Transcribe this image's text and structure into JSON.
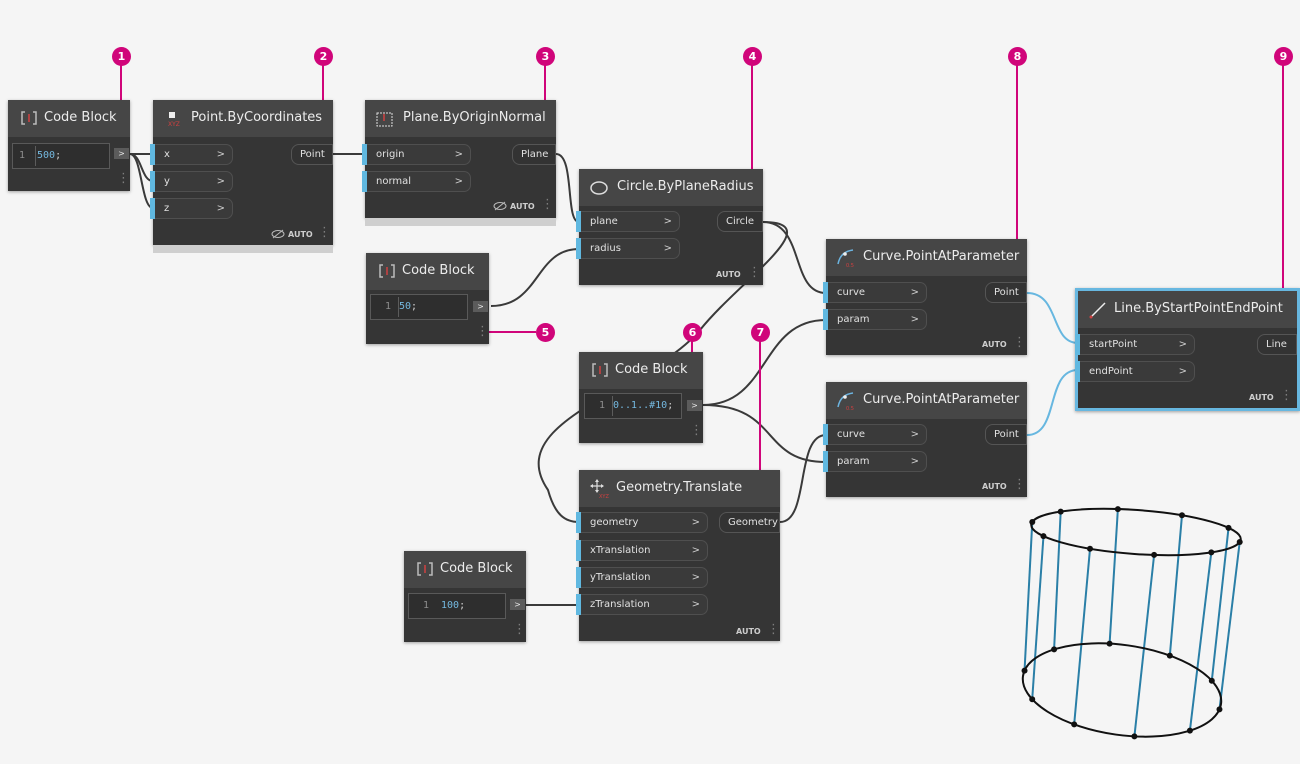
{
  "colors": {
    "accent": "#d0057a",
    "port": "#60b8e0",
    "wire": "#3c3c3c",
    "selected_wire": "#67b7e0",
    "header": "#464646",
    "body": "#353535"
  },
  "callouts": [
    "1",
    "2",
    "3",
    "4",
    "5",
    "6",
    "7",
    "8",
    "9"
  ],
  "auto_label": "AUTO",
  "nodes": {
    "cb1": {
      "title": "Code Block",
      "line_no": "1",
      "value": "500",
      "punct": ";",
      "out": ">"
    },
    "point": {
      "title": "Point.ByCoordinates",
      "inputs": [
        "x",
        "y",
        "z"
      ],
      "output": "Point"
    },
    "plane": {
      "title": "Plane.ByOriginNormal",
      "inputs": [
        "origin",
        "normal"
      ],
      "output": "Plane"
    },
    "circle": {
      "title": "Circle.ByPlaneRadius",
      "inputs": [
        "plane",
        "radius"
      ],
      "output": "Circle"
    },
    "cb2": {
      "title": "Code Block",
      "line_no": "1",
      "value": "50",
      "punct": ";",
      "out": ">"
    },
    "cb3": {
      "title": "Code Block",
      "line_no": "1",
      "value": "0..1..#10",
      "punct": ";",
      "out": ">"
    },
    "translate": {
      "title": "Geometry.Translate",
      "inputs": [
        "geometry",
        "xTranslation",
        "yTranslation",
        "zTranslation"
      ],
      "output": "Geometry"
    },
    "cb4": {
      "title": "Code Block",
      "line_no": "1",
      "value": "100",
      "punct": ";",
      "out": ">"
    },
    "cpp1": {
      "title": "Curve.PointAtParameter",
      "inputs": [
        "curve",
        "param"
      ],
      "output": "Point"
    },
    "cpp2": {
      "title": "Curve.PointAtParameter",
      "inputs": [
        "curve",
        "param"
      ],
      "output": "Point"
    },
    "line": {
      "title": "Line.ByStartPointEndPoint",
      "inputs": [
        "startPoint",
        "endPoint"
      ],
      "output": "Line"
    }
  },
  "preview": {
    "type": "cylinder-of-lines",
    "line_count": 10
  }
}
